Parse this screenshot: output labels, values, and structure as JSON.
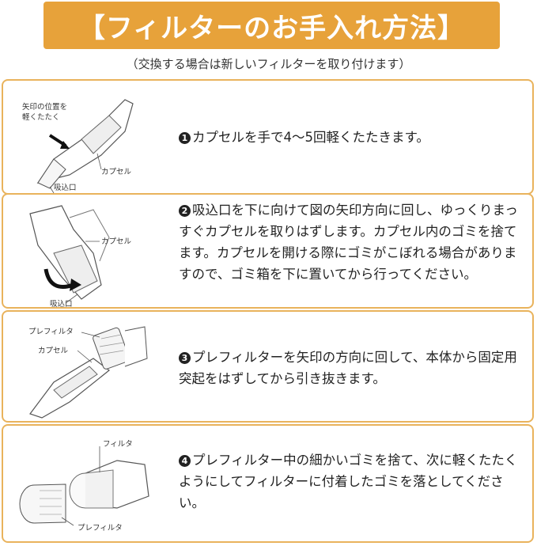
{
  "title": "【フィルターのお手入れ方法】",
  "subtitle": "（交換する場合は新しいフィルターを取り付けます）",
  "steps": [
    {
      "number": "1",
      "text": "カプセルを手で4〜5回軽くたたきます。",
      "labels": {
        "tap": "矢印の位置を",
        "tap2": "軽くたたく",
        "capsule": "カプセル",
        "inlet": "吸込口"
      }
    },
    {
      "number": "2",
      "text": "吸込口を下に向けて図の矢印方向に回し、ゆっくりまっすぐカプセルを取りはずします。カプセル内のゴミを捨てます。カプセルを開ける際にゴミがこぼれる場合がありますので、ゴミ箱を下に置いてから行ってください。",
      "labels": {
        "capsule": "カプセル",
        "inlet": "吸込口"
      }
    },
    {
      "number": "3",
      "text": "プレフィルターを矢印の方向に回して、本体から固定用突起をはずしてから引き抜きます。",
      "labels": {
        "prefilter": "プレフィルタ",
        "capsule": "カプセル"
      }
    },
    {
      "number": "4",
      "text": "プレフィルター中の細かいゴミを捨て、次に軽くたたくようにしてフィルターに付着したゴミを落としてください。",
      "labels": {
        "filter": "フィルタ",
        "prefilter": "プレフィルタ"
      }
    }
  ],
  "accent_color": "#e7a23a",
  "border_color": "#e9b35c"
}
